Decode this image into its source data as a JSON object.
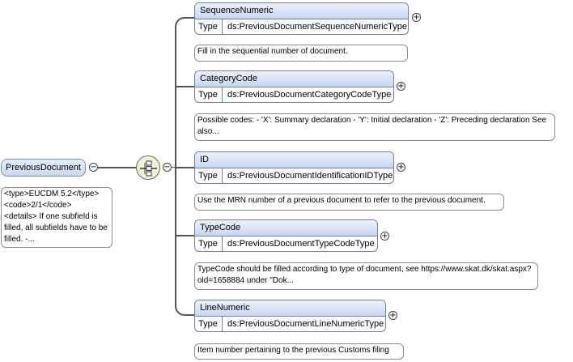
{
  "root": {
    "label": "PreviousDocument",
    "note": "<type>EUCDM 5.2</type>\n<code>2/1</code>\n<details> If one subfield is filled, all subfields have to be filled. -...",
    "collapse_symbol": "−"
  },
  "sequence": {
    "collapse_symbol": "−"
  },
  "type_label": "Type",
  "expand_symbol": "+",
  "elements": [
    {
      "name": "SequenceNumeric",
      "type": "ds:PreviousDocumentSequenceNumericType",
      "note": "Fill in the sequential number of document."
    },
    {
      "name": "CategoryCode",
      "type": "ds:PreviousDocumentCategoryCodeType",
      "note": "Possible codes: - 'X': Summary declaration - 'Y': Initial declaration - 'Z': Preceding declaration See also..."
    },
    {
      "name": "ID",
      "type": "ds:PreviousDocumentIdentificationIDType",
      "note": "Use the MRN number of a previous document to refer to the previous document."
    },
    {
      "name": "TypeCode",
      "type": "ds:PreviousDocumentTypeCodeType",
      "note": "TypeCode should be filled according to type of document, see https://www.skat.dk/skat.aspx?old=1658884 under \"Dok..."
    },
    {
      "name": "LineNumeric",
      "type": "ds:PreviousDocumentLineNumericType",
      "note": "Item number pertaining to the previous Customs filing"
    }
  ]
}
